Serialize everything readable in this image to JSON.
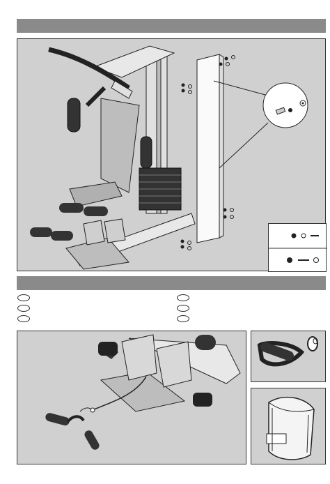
{
  "page": {
    "header_bars": 2,
    "language_ovals_left": 3,
    "language_ovals_right": 3
  },
  "panels": {
    "main_assembly": "gym-machine-with-side-cover-panel",
    "foot_plate_cable": "foot-plate-cable-attachment",
    "handle_detail": "d-handle-with-carabiner",
    "ankle_strap_detail": "ankle-strap"
  },
  "legend": {
    "rows": [
      {
        "parts": [
          "cap-nut-icon",
          "rivet-icon",
          "screw-icon"
        ]
      },
      {
        "parts": [
          "cap-nut-icon",
          "screw-icon",
          "washer-icon"
        ]
      }
    ]
  },
  "colors": {
    "header_bar": "#8a8a8a",
    "panel_bg": "#d0d0d0",
    "line": "#222222"
  }
}
